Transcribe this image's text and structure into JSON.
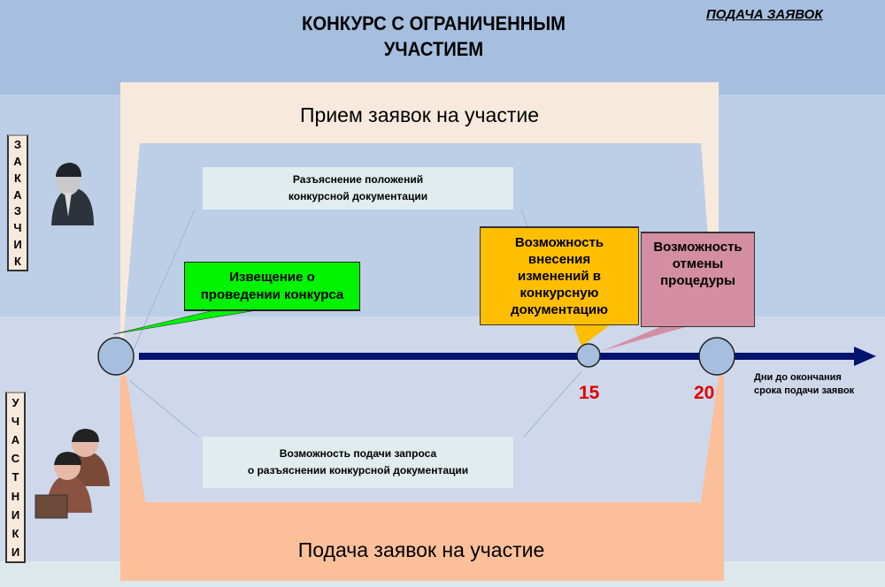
{
  "header": {
    "title_line1": "КОНКУРС С ОГРАНИЧЕННЫМ",
    "title_line2": "УЧАСТИЕМ",
    "section": "ПОДАЧА ЗАЯВОК"
  },
  "top_frame": {
    "label": "Прием заявок на участие"
  },
  "bottom_frame": {
    "label": "Подача заявок на участие"
  },
  "roles": {
    "customer": "ЗАКАЗЧИК",
    "participants": "УЧАСТНИКИ"
  },
  "boxes": {
    "clarification": {
      "line1": "Разъяснение положений",
      "line2": "конкурсной документации"
    },
    "request": {
      "line1": "Возможность подачи запроса",
      "line2": "о разъяснении конкурсной документации"
    },
    "notice": {
      "line1": "Извещение о",
      "line2": "проведении конкурса"
    },
    "changes": {
      "line1": "Возможность",
      "line2": "внесения",
      "line3": "изменений в",
      "line4": "конкурсную",
      "line5": "документацию"
    },
    "cancel": {
      "line1": "Возможность",
      "line2": "отмены",
      "line3": "процедуры"
    }
  },
  "timeline": {
    "mark1": "15",
    "mark2": "20",
    "axis_line1": "Дни до окончания",
    "axis_line2": "срока подачи заявок"
  },
  "colors": {
    "line": "#00136e",
    "green": "#00f300",
    "orange": "#ffbf00",
    "pink": "#d48ea3",
    "peach": "#f7eadc",
    "salmon": "#fbbf9a"
  }
}
